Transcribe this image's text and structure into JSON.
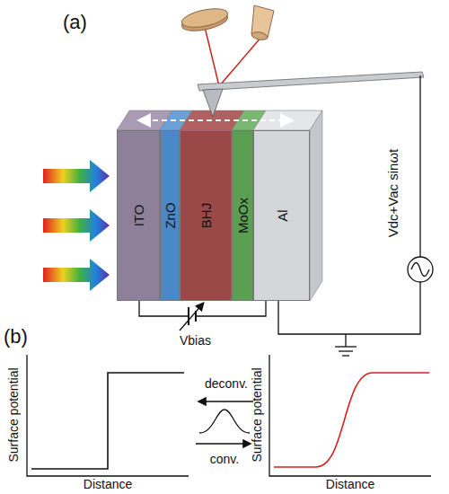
{
  "diagram": {
    "nodes": [
      {
        "text": [
          "ITO"
        ]
      },
      {
        "text": [
          "ZnO"
        ]
      },
      {
        "text": [
          "BHJ"
        ]
      },
      {
        "text": [
          "MoOx"
        ]
      },
      {
        "text": [
          "Al"
        ]
      }
    ],
    "labels": [
      "(a)",
      "Vdc+Vac sinωt",
      "Vbias",
      "(b)",
      "Surface potential",
      "Distance",
      "deconv.",
      "conv.",
      "Surface potential",
      "Distance"
    ]
  }
}
